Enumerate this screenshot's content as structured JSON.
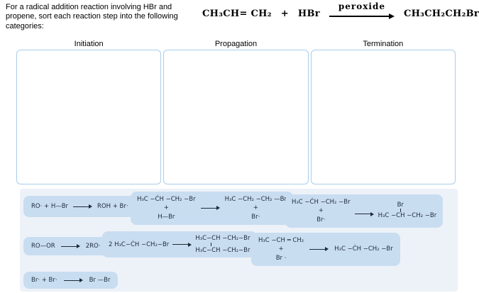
{
  "instructions": "For a radical addition reaction involving HBr and propene, sort each reaction step into the following categories:",
  "equation": {
    "reactant1": "CH₃CH= CH₂",
    "plus": "+",
    "reactant2": "HBr",
    "condition": "peroxide",
    "product": "CH₃CH₂CH₂Br"
  },
  "columns": [
    {
      "label": "Initiation"
    },
    {
      "label": "Propagation"
    },
    {
      "label": "Termination"
    }
  ],
  "tiles": {
    "t1": {
      "left": "RO· + H—Br",
      "right": "ROH  + Br·"
    },
    "t2": {
      "left1": "H₃C −ĊH −CH₂ −Br",
      "left2": "+",
      "left3": "H—Br",
      "right1": "H₃C −CH₂ −CH₂ —Br",
      "right2": "+",
      "right3": "Br·"
    },
    "t3": {
      "left1": "H₃C −ĊH −CH₂ −Br",
      "left2": "+",
      "left3": "Br·",
      "right_top": "Br",
      "right_main": "H₃C −CH −CH₂ −Br"
    },
    "t4": {
      "left": "RO—OR",
      "right": "2RO·"
    },
    "t5": {
      "left": "2 H₃C−ĊH −CH₂−Br",
      "right1": "H₃C−CH −CH₂−Br",
      "right2": "H₃C−CH −CH₂−Br"
    },
    "t6": {
      "left1": "H₃C −CH ═ CH₂",
      "left2": "+",
      "left3": "Br ·",
      "right": "H₃C −ĊH −CH₂ −Br"
    },
    "t7": {
      "left": "Br· + Br·",
      "right": "Br —Br"
    }
  }
}
